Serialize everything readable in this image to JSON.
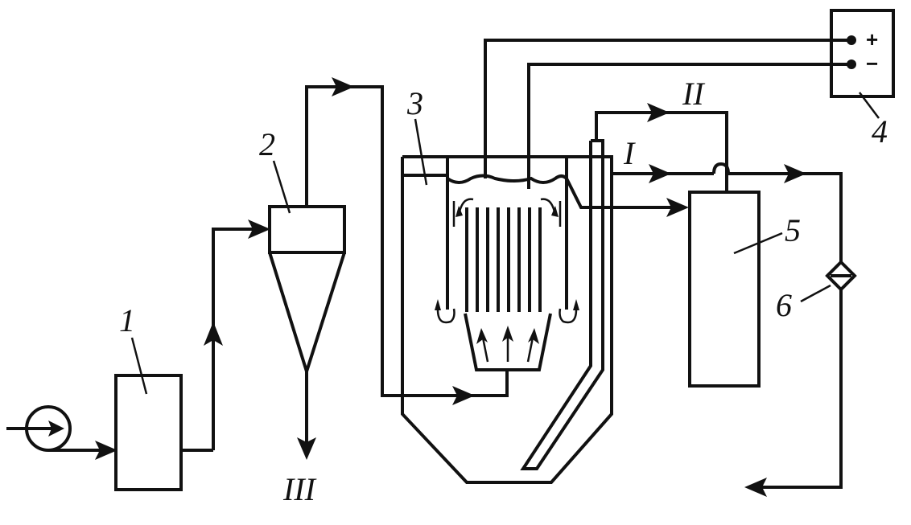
{
  "labels": {
    "unit1": "1",
    "unit2": "2",
    "unit3": "3",
    "unit4": "4",
    "unit5": "5",
    "unit6": "6",
    "stream_I": "I",
    "stream_II": "II",
    "stream_III": "III"
  },
  "power_supply": {
    "positive": "+",
    "negative": "−"
  }
}
